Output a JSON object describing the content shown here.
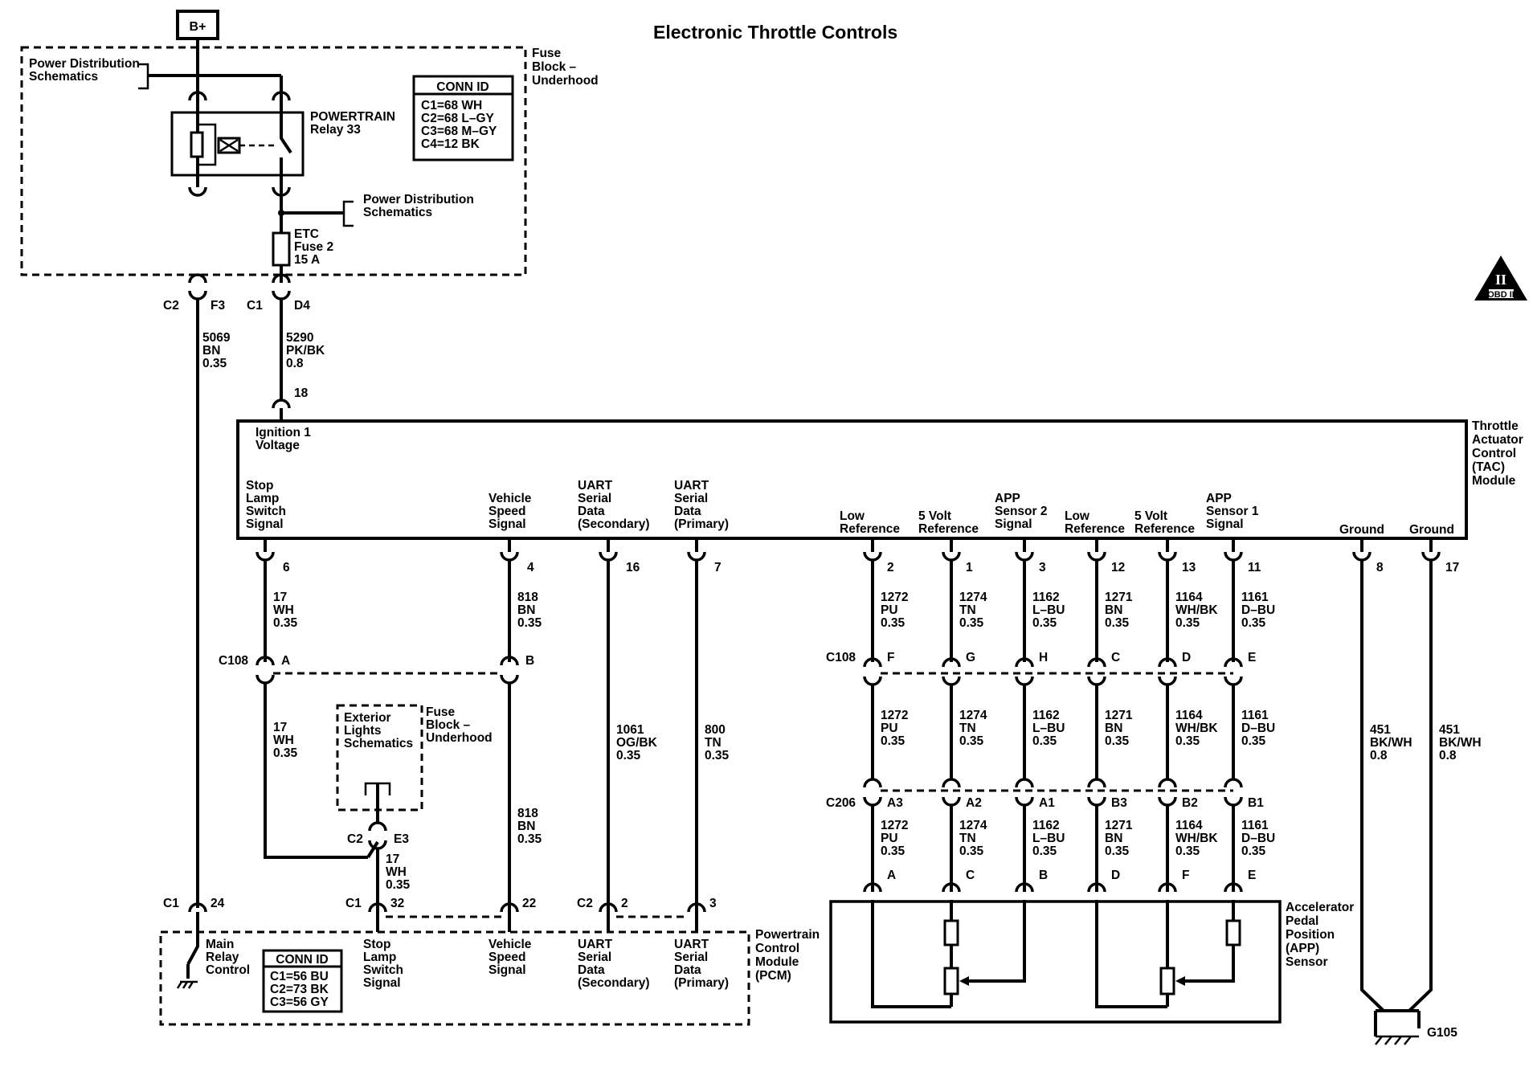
{
  "title": "Electronic Throttle Controls",
  "battery": "B+",
  "obd_badge": {
    "numeral": "II",
    "text": "OBD II"
  },
  "fuse_block": {
    "label_lines": [
      "Fuse",
      "Block –",
      "Underhood"
    ],
    "power_distribution_1": [
      "Power Distribution",
      "Schematics"
    ],
    "power_distribution_2": [
      "Power Distribution",
      "Schematics"
    ],
    "relay": [
      "POWERTRAIN",
      "Relay 33"
    ],
    "fuse": [
      "ETC",
      "Fuse 2",
      "15 A"
    ],
    "conn_id": {
      "header": "CONN ID",
      "rows": [
        "C1=68 WH",
        "C2=68 L–GY",
        "C3=68 M–GY",
        "C4=12 BK"
      ]
    },
    "relay_out": {
      "conn": "C2",
      "pin": "F3",
      "wire": [
        "5069",
        "BN",
        "0.35"
      ]
    },
    "fuse_out": {
      "conn": "C1",
      "pin": "D4",
      "wire": [
        "5290",
        "PK/BK",
        "0.8"
      ]
    }
  },
  "tac_module": {
    "label": [
      "Throttle",
      "Actuator",
      "Control",
      "(TAC)",
      "Module"
    ],
    "ignition_pin": "18",
    "ignition_label": [
      "Ignition 1",
      "Voltage"
    ],
    "terminals": [
      {
        "label": [
          "Stop",
          "Lamp",
          "Switch",
          "Signal"
        ],
        "pin": "6",
        "wire": [
          "17",
          "WH",
          "0.35"
        ]
      },
      {
        "label": [
          "Vehicle",
          "Speed",
          "Signal"
        ],
        "pin": "4",
        "wire": [
          "818",
          "BN",
          "0.35"
        ]
      },
      {
        "label": [
          "UART",
          "Serial",
          "Data",
          "(Secondary)"
        ],
        "pin": "16",
        "wire": [
          "1061",
          "OG/BK",
          "0.35"
        ]
      },
      {
        "label": [
          "UART",
          "Serial",
          "Data",
          "(Primary)"
        ],
        "pin": "7",
        "wire": [
          "800",
          "TN",
          "0.35"
        ]
      },
      {
        "label": [
          "Low",
          "Reference"
        ],
        "pin": "2",
        "wire": [
          "1272",
          "PU",
          "0.35"
        ]
      },
      {
        "label": [
          "5 Volt",
          "Reference"
        ],
        "pin": "1",
        "wire": [
          "1274",
          "TN",
          "0.35"
        ]
      },
      {
        "label": [
          "APP",
          "Sensor 2",
          "Signal"
        ],
        "pin": "3",
        "wire": [
          "1162",
          "L–BU",
          "0.35"
        ]
      },
      {
        "label": [
          "Low",
          "Reference"
        ],
        "pin": "12",
        "wire": [
          "1271",
          "BN",
          "0.35"
        ]
      },
      {
        "label": [
          "5 Volt",
          "Reference"
        ],
        "pin": "13",
        "wire": [
          "1164",
          "WH/BK",
          "0.35"
        ]
      },
      {
        "label": [
          "APP",
          "Sensor 1",
          "Signal"
        ],
        "pin": "11",
        "wire": [
          "1161",
          "D–BU",
          "0.35"
        ]
      },
      {
        "label": [
          "Ground"
        ],
        "pin": "8",
        "wire": [
          "451",
          "BK/WH",
          "0.8"
        ]
      },
      {
        "label": [
          "Ground"
        ],
        "pin": "17",
        "wire": [
          "451",
          "BK/WH",
          "0.8"
        ]
      }
    ]
  },
  "c108_left": {
    "id": "C108",
    "pins": [
      "A",
      "B"
    ]
  },
  "c108_right": {
    "id": "C108",
    "pins": [
      "F",
      "G",
      "H",
      "C",
      "D",
      "E"
    ]
  },
  "c206": {
    "id": "C206",
    "pins": [
      "A3",
      "A2",
      "A1",
      "B3",
      "B2",
      "B1"
    ]
  },
  "exterior_lights": {
    "box": [
      "Exterior",
      "Lights",
      "Schematics"
    ],
    "fuse_block": [
      "Fuse",
      "Block –",
      "Underhood"
    ],
    "conn": "C2",
    "pin": "E3"
  },
  "pcm": {
    "label": [
      "Powertrain",
      "Control",
      "Module",
      "(PCM)"
    ],
    "conn_id": {
      "header": "CONN ID",
      "rows": [
        "C1=56 BU",
        "C2=73 BK",
        "C3=56 GY"
      ]
    },
    "terminals": [
      {
        "conn": "C1",
        "pin": "24",
        "label": [
          "Main",
          "Relay",
          "Control"
        ]
      },
      {
        "conn": "C1",
        "pin": "32",
        "label": [
          "Stop",
          "Lamp",
          "Switch",
          "Signal"
        ]
      },
      {
        "conn": "",
        "pin": "22",
        "label": [
          "Vehicle",
          "Speed",
          "Signal"
        ]
      },
      {
        "conn": "C2",
        "pin": "2",
        "label": [
          "UART",
          "Serial",
          "Data",
          "(Secondary)"
        ]
      },
      {
        "conn": "",
        "pin": "3",
        "label": [
          "UART",
          "Serial",
          "Data",
          "(Primary)"
        ]
      }
    ]
  },
  "app_sensor": {
    "label": [
      "Accelerator",
      "Pedal",
      "Position",
      "(APP)",
      "Sensor"
    ],
    "pins": [
      "A",
      "C",
      "B",
      "D",
      "F",
      "E"
    ]
  },
  "ground": "G105"
}
